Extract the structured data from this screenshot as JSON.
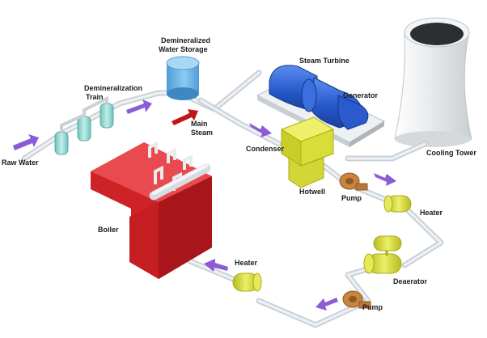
{
  "labels": {
    "raw_water": "Raw Water",
    "demin_train_1": "Demineralization",
    "demin_train_2": "Train",
    "demin_storage_1": "Demineralized",
    "demin_storage_2": "Water Storage",
    "steam_turbine": "Steam Turbine",
    "generator": "Generator",
    "main_steam_1": "Main",
    "main_steam_2": "Steam",
    "condenser": "Condenser",
    "cooling_tower": "Cooling Tower",
    "hotwell": "Hotwell",
    "pump_upper": "Pump",
    "heater_right": "Heater",
    "boiler": "Boiler",
    "heater_lower": "Heater",
    "deaerator": "Deaerator",
    "pump_lower": "Pump"
  },
  "colors": {
    "flow_arrow": "#8a5cd6",
    "steam_arrow": "#c0161b",
    "boiler": "#d3262c",
    "turbine": "#2f63d9",
    "yellow_equipment": "#d8dc3c",
    "pump": "#c9853f",
    "water_tank": "#6fb4e3",
    "demin_columns": "#9fdcd6",
    "pipe": "#c9d1d7",
    "cooling_tower": "#e6e9eb"
  }
}
